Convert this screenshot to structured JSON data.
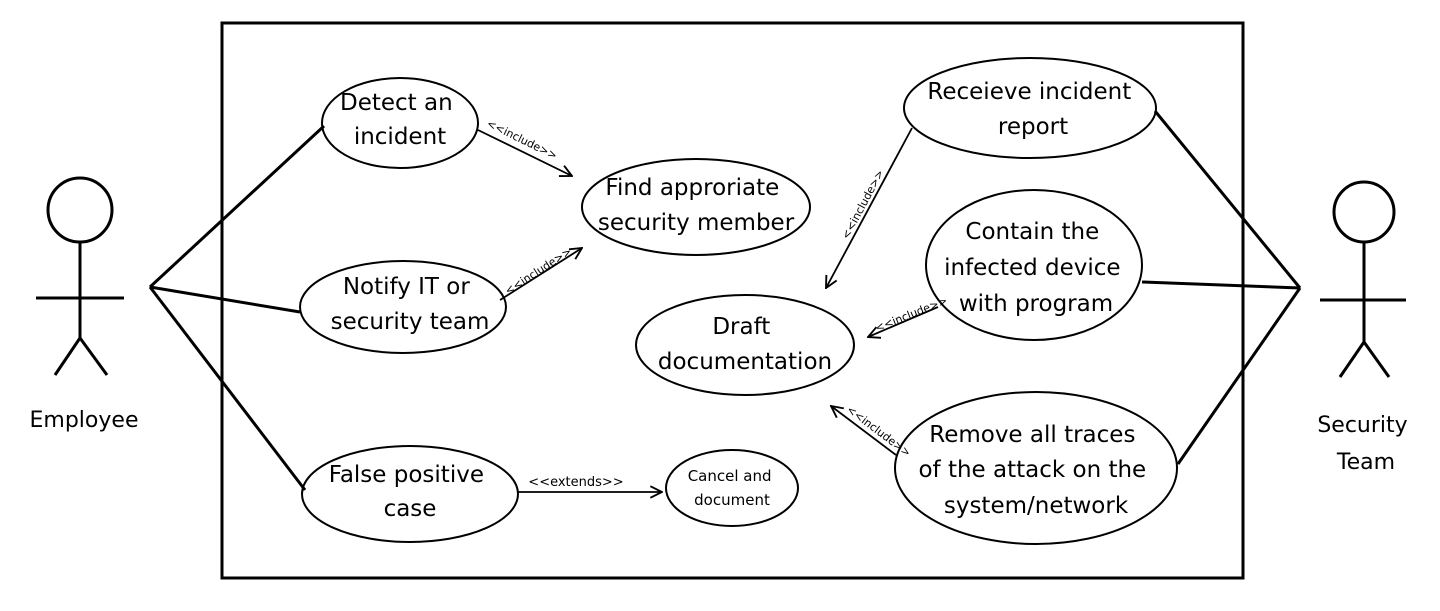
{
  "actors": {
    "employee": "Employee",
    "security_team": [
      "Security",
      "Team"
    ]
  },
  "use_cases": {
    "detect": [
      "Detect an",
      "incident"
    ],
    "notify": [
      "Notify IT or",
      "security team"
    ],
    "false_positive": [
      "False positive",
      "case"
    ],
    "cancel": [
      "Cancel and",
      "document"
    ],
    "find": [
      "Find approriate",
      "security member"
    ],
    "draft": [
      "Draft",
      "documentation"
    ],
    "receive": [
      "Receieve incident",
      "report"
    ],
    "contain": [
      "Contain the",
      "infected device",
      "with program"
    ],
    "remove": [
      "Remove all traces",
      "of the attack on the",
      "system/network"
    ]
  },
  "relationships": {
    "detect_find": "<<include>>",
    "notify_find": "<<include>>",
    "receive_draft": "<<include>>",
    "contain_draft": "<<include>>",
    "remove_draft": "<<include>>",
    "false_cancel": "<<extends>>"
  }
}
